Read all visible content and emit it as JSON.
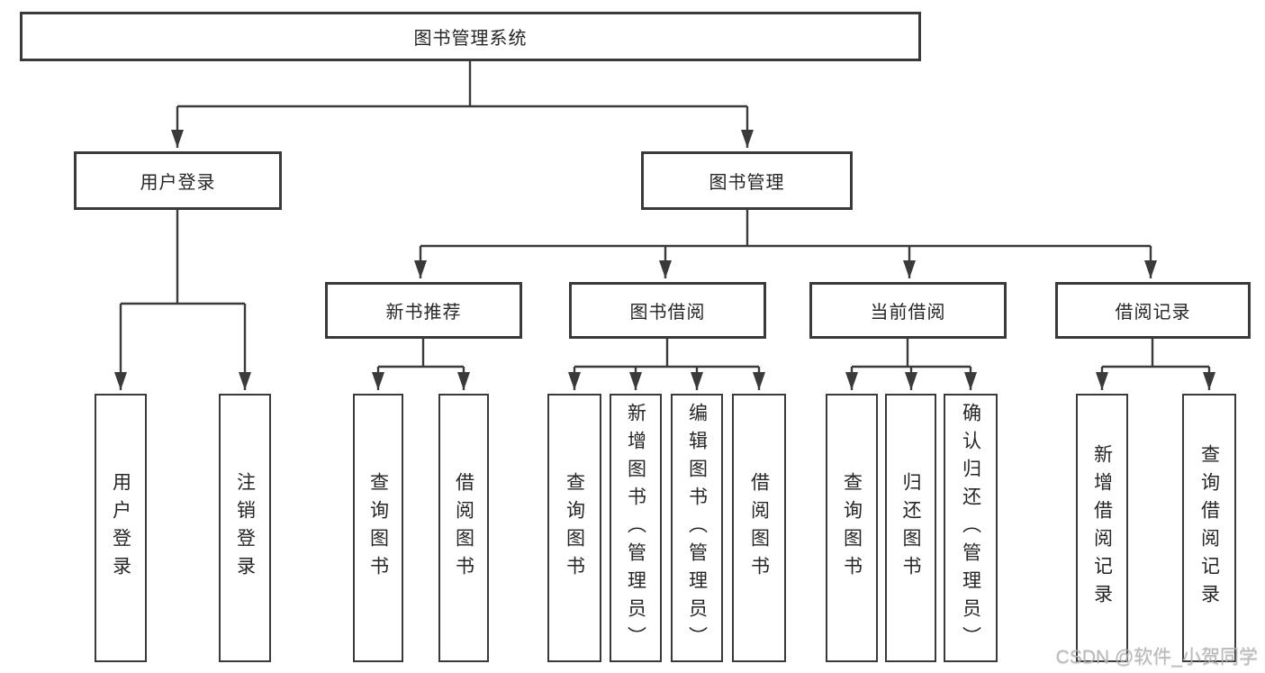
{
  "diagram": {
    "root": {
      "label": "图书管理系统"
    },
    "user_login": {
      "label": "用户登录",
      "children": [
        {
          "label": "用户登录"
        },
        {
          "label": "注销登录"
        }
      ]
    },
    "book_management": {
      "label": "图书管理",
      "groups": [
        {
          "label": "新书推荐",
          "children": [
            {
              "label": "查询图书"
            },
            {
              "label": "借阅图书"
            }
          ]
        },
        {
          "label": "图书借阅",
          "children": [
            {
              "label": "查询图书"
            },
            {
              "label": "新增图书（管理员）"
            },
            {
              "label": "编辑图书（管理员）"
            },
            {
              "label": "借阅图书"
            }
          ]
        },
        {
          "label": "当前借阅",
          "children": [
            {
              "label": "查询图书"
            },
            {
              "label": "归还图书"
            },
            {
              "label": "确认归还（管理员）"
            }
          ]
        },
        {
          "label": "借阅记录",
          "children": [
            {
              "label": "新增借阅记录"
            },
            {
              "label": "查询借阅记录"
            }
          ]
        }
      ]
    }
  },
  "watermark": {
    "text": "CSDN @软件_小贺同学"
  },
  "colors": {
    "line": "#3a3a3a",
    "box_border": "#3a3a3a",
    "text": "#262626",
    "watermark": "#b3b3b3",
    "background": "#ffffff"
  }
}
